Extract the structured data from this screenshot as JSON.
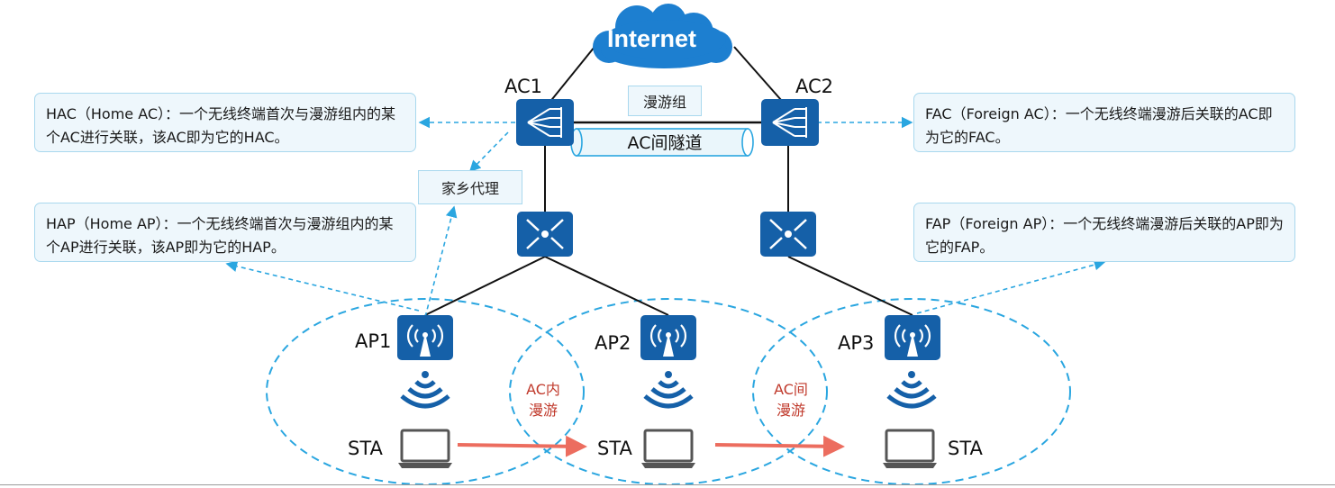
{
  "internet_label": "Internet",
  "ac1_label": "AC1",
  "ac2_label": "AC2",
  "roaming_group_label": "漫游组",
  "tunnel_label": "AC间隧道",
  "home_agent_label": "家乡代理",
  "callouts": {
    "hac": "HAC（Home AC）：一个无线终端首次与漫游组内的某个AC进行关联，该AC即为它的HAC。",
    "fac": "FAC（Foreign AC）：一个无线终端漫游后关联的AC即为它的FAC。",
    "hap": "HAP（Home AP）：一个无线终端首次与漫游组内的某个AP进行关联，该AP即为它的HAP。",
    "fap": "FAP（Foreign AP）：一个无线终端漫游后关联的AP即为它的FAP。"
  },
  "aps": [
    "AP1",
    "AP2",
    "AP3"
  ],
  "sta_label": "STA",
  "roam_intra": [
    "AC内",
    "漫游"
  ],
  "roam_inter": [
    "AC间",
    "漫游"
  ],
  "colors": {
    "device_blue": "#1560a8",
    "cloud_blue": "#1d7fd0",
    "dashed_blue": "#2aa6e0",
    "arrow_red": "#ec6d5f",
    "roam_text": "#c0392b"
  }
}
